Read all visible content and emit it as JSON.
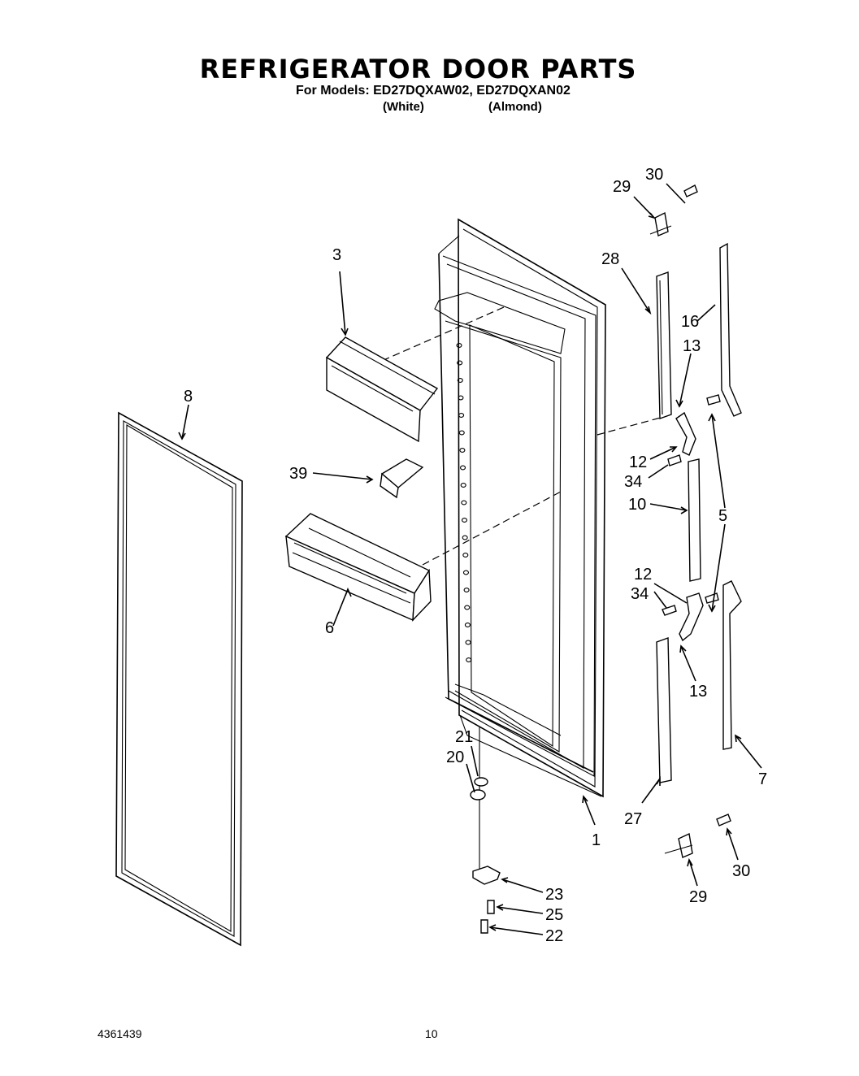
{
  "header": {
    "title": "REFRIGERATOR DOOR PARTS",
    "models_line": "For Models: ED27DQXAW02, ED27DQXAN02",
    "color_white": "(White)",
    "color_almond": "(Almond)"
  },
  "callouts": [
    "30",
    "29",
    "3",
    "28",
    "16",
    "13",
    "8",
    "12",
    "34",
    "39",
    "10",
    "5",
    "12",
    "34",
    "6",
    "13",
    "21",
    "20",
    "7",
    "27",
    "1",
    "30",
    "23",
    "25",
    "29",
    "22"
  ],
  "footer": {
    "code": "4361439",
    "page": "10"
  }
}
